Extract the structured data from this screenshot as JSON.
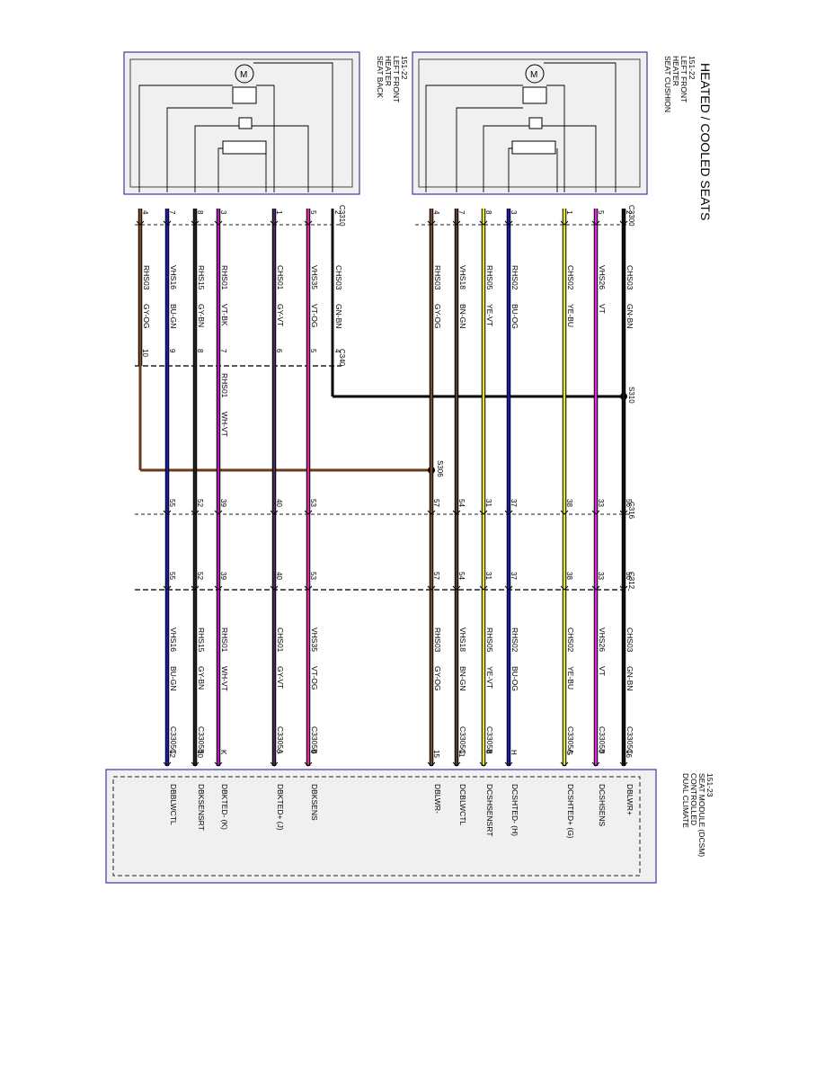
{
  "title": "HEATED / COOLED SEATS",
  "components": {
    "seat_cushion": [
      "SEAT CUSHION",
      "HEATER",
      "LEFT FRONT",
      "151-22"
    ],
    "seat_back": [
      "SEAT BACK",
      "HEATER",
      "LEFT FRONT",
      "151-22"
    ],
    "dcsm": [
      "DUAL CLIMATE",
      "CONTROLLED",
      "SEAT MODULE (DCSM)",
      "151-23"
    ]
  },
  "connectors": {
    "c3300": "C3300",
    "c3310": "C3310",
    "c340": "C340",
    "c316": "C316",
    "c312": "C312"
  },
  "splices": {
    "s310": "S310",
    "s306": "S306"
  },
  "wires": [
    {
      "pin_a": "2",
      "circuit": "CHS03",
      "color": "GN-BN",
      "c316_pin": "56",
      "c3305": "C3305C",
      "dcsm_pin": "16",
      "signal": "DBLWR+",
      "stroke": "#111111"
    },
    {
      "pin_a": "5",
      "circuit": "VHS26",
      "color": "VT",
      "c316_pin": "33",
      "c3305": "C3305B",
      "dcsm_pin": "7",
      "signal": "DCSHSENS",
      "stroke": "#e22be2"
    },
    {
      "pin_a": "1",
      "circuit": "CHS02",
      "color": "YE-BU",
      "c316_pin": "38",
      "c3305": "C3305A",
      "dcsm_pin": "G",
      "signal": "DCSHTED+ (G)",
      "stroke": "#e9e61a"
    },
    {
      "pin_a": "3",
      "circuit": "RHS02",
      "color": "BU-OG",
      "c316_pin": "37",
      "c3305": "",
      "dcsm_pin": "H",
      "signal": "DCSHTED- (H)",
      "stroke": "#1a1ab0"
    },
    {
      "pin_a": "8",
      "circuit": "RHS05",
      "color": "YE-VT",
      "c316_pin": "31",
      "c3305": "C3305B",
      "dcsm_pin": "8",
      "signal": "DCSHSENSRT",
      "stroke": "#e9e61a"
    },
    {
      "pin_a": "7",
      "circuit": "VHS18",
      "color": "BN-GN",
      "c316_pin": "54",
      "c3305": "C3305C",
      "dcsm_pin": "11",
      "signal": "DCBLWCTL",
      "stroke": "#5a3a2a"
    },
    {
      "pin_a": "4",
      "circuit": "RHS03",
      "color": "GY-OG",
      "c316_pin": "57",
      "c3305": "",
      "dcsm_pin": "15",
      "signal": "DBLWR-",
      "stroke": "#7a4a2a"
    },
    {
      "pin_a": "5",
      "circuit": "VHS35",
      "color": "VT-OG",
      "c340_pin": "5",
      "c316_pin": "53",
      "c3305": "C3305B",
      "dcsm_pin": "9",
      "signal": "DBKSENS",
      "stroke": "#e22b9a"
    },
    {
      "pin_a": "1",
      "circuit": "CHS01",
      "color": "GY-VT",
      "c340_pin": "6",
      "c316_pin": "40",
      "c3305": "C3305A",
      "dcsm_pin": "J",
      "signal": "DBKTED+ (J)",
      "stroke": "#4a2a5a"
    },
    {
      "pin_a": "3",
      "circuit": "RHS01",
      "color": "VT-BK",
      "c340_pin": "7",
      "circuit_b": "RHS01",
      "color_b": "WH-VT",
      "c316_pin": "39",
      "c3305": "",
      "dcsm_pin": "K",
      "signal": "DBKTED- (K)",
      "stroke": "#b020b0"
    },
    {
      "pin_a": "8",
      "circuit": "RHS15",
      "color": "GY-BN",
      "c340_pin": "8",
      "c316_pin": "52",
      "c3305": "C3305B",
      "dcsm_pin": "10",
      "signal": "DBKSENSRT",
      "stroke": "#222222"
    },
    {
      "pin_a": "7",
      "circuit": "VHS16",
      "color": "BU-GN",
      "c340_pin": "9",
      "c316_pin": "55",
      "c3305": "C3305C",
      "dcsm_pin": "12",
      "signal": "DBBLWCTL",
      "stroke": "#1a1ab0"
    },
    {
      "pin_a": "4",
      "circuit": "RHS03",
      "color": "GY-OG",
      "c340_pin": "10",
      "c316_pin": "",
      "c3305": "",
      "dcsm_pin": "",
      "signal": "",
      "stroke": "#7a4a2a"
    }
  ],
  "c340_top_pin": "4",
  "c3310_pin2": {
    "pin": "2",
    "circuit": "CHS03",
    "color": "GN-BN"
  }
}
